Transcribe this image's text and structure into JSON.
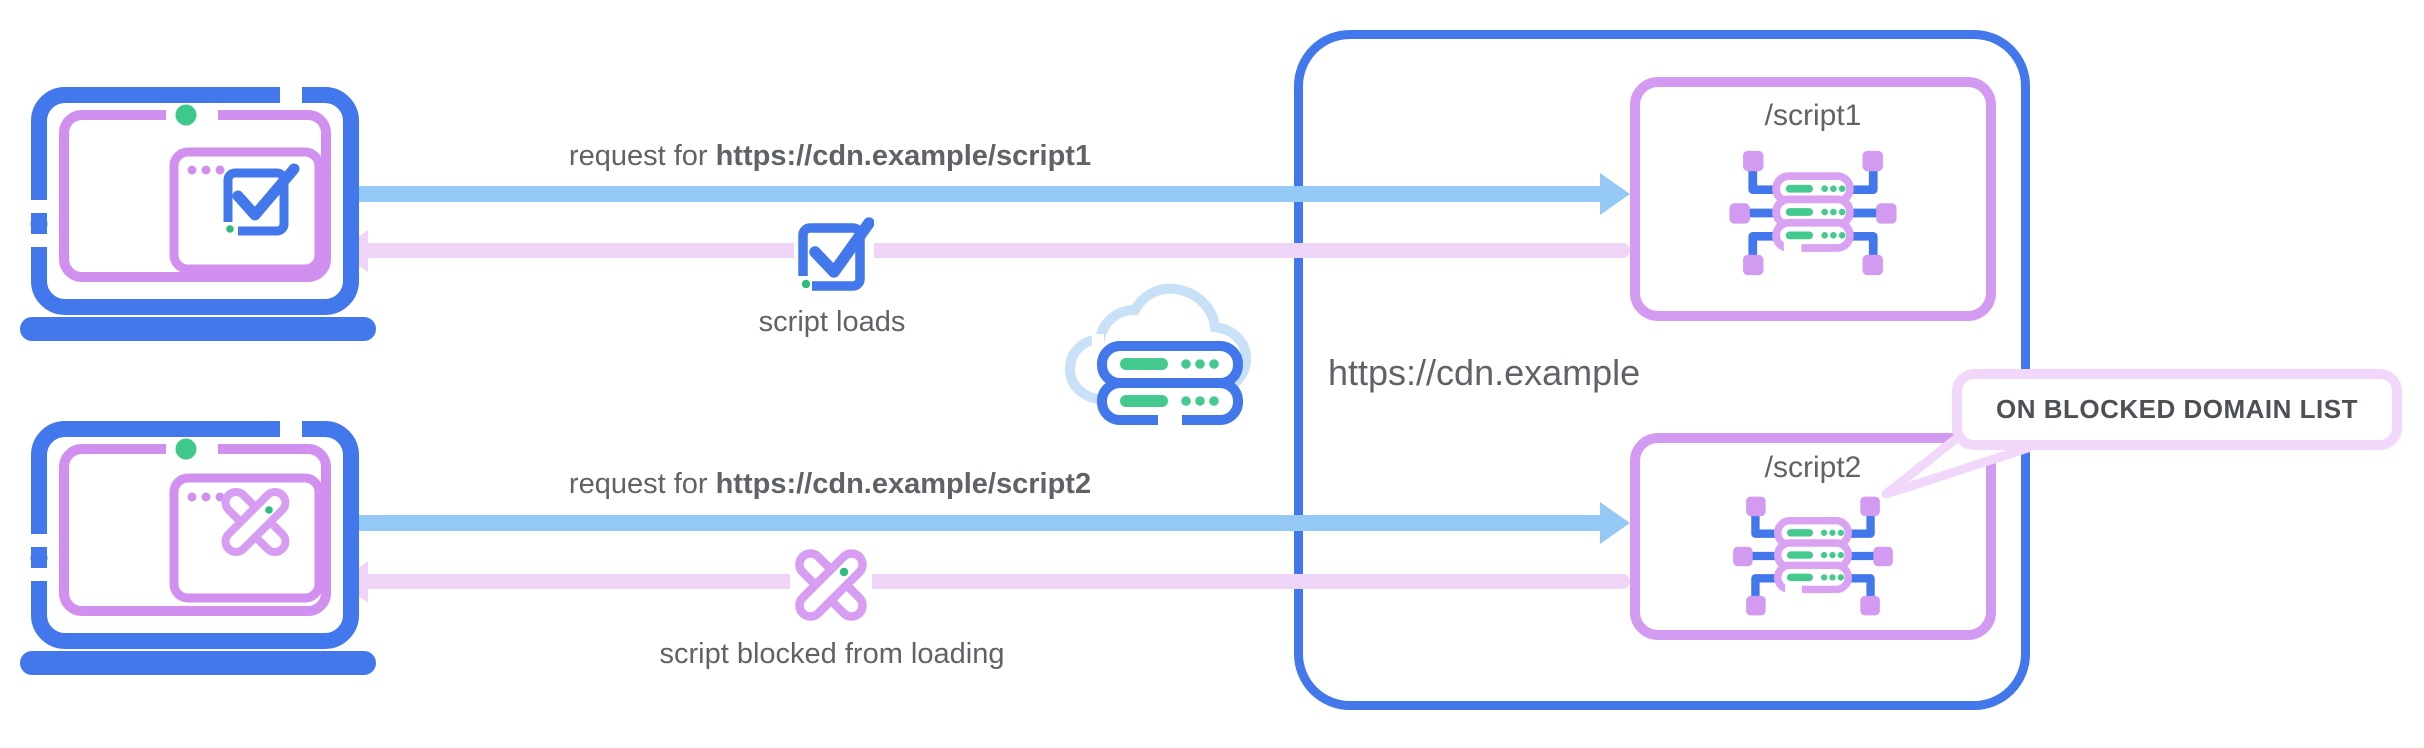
{
  "title": "CDN script blocking diagram",
  "flows": {
    "script1": {
      "request_prefix": "request for ",
      "request_url": "https://cdn.example/script1",
      "result": "script loads"
    },
    "script2": {
      "request_prefix": "request for ",
      "request_url": "https://cdn.example/script2",
      "result": "script blocked from loading"
    }
  },
  "cdn": {
    "domain": "https://cdn.example",
    "endpoints": {
      "script1": "/script1",
      "script2": "/script2"
    },
    "callout": "ON BLOCKED DOMAIN LIST"
  },
  "icons": {
    "laptop_allowed": "laptop-with-check-browser-icon",
    "laptop_blocked": "laptop-with-cross-browser-icon",
    "check": "check-square-icon",
    "cross": "blocked-cross-icon",
    "cloud_server": "cloud-server-icon",
    "endpoint_server": "server-network-icon"
  },
  "palette": {
    "blue": "#4377ec",
    "light_blue_arrow": "#94c9f6",
    "pink_arrow": "#eed5f8",
    "purple": "#d29af0",
    "light_purple_callout": "#f1d8fb",
    "cloud_blue": "#c9e1f7",
    "green": "#3ec98a",
    "text_gray": "#5f6368"
  }
}
